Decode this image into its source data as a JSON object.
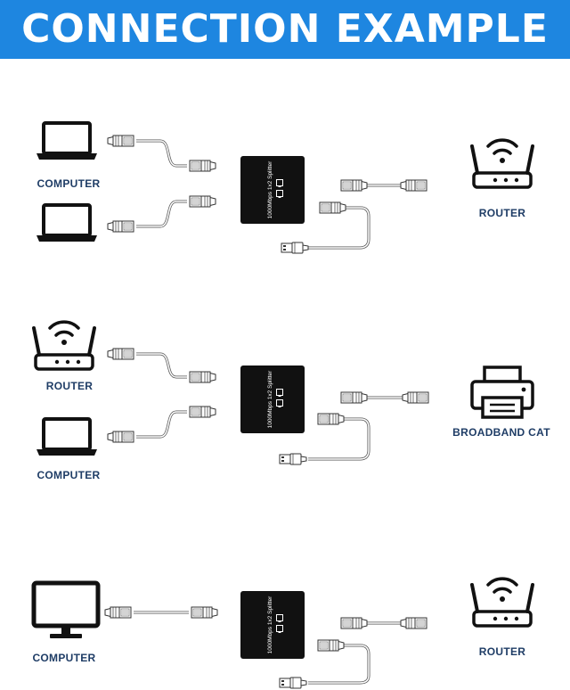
{
  "header": {
    "title": "CONNECTION EXAMPLE"
  },
  "scenarios": [
    {
      "left_devices": [
        {
          "icon": "laptop-icon",
          "label": "COMPUTER"
        },
        {
          "icon": "laptop-icon",
          "label": ""
        }
      ],
      "splitter": {
        "text": "1000Mbps 1x2 Splitter"
      },
      "right_device": {
        "icon": "router-icon",
        "label": "ROUTER"
      }
    },
    {
      "left_devices": [
        {
          "icon": "router-icon",
          "label": "ROUTER"
        },
        {
          "icon": "laptop-icon",
          "label": "COMPUTER"
        }
      ],
      "splitter": {
        "text": "1000Mbps 1x2 Splitter"
      },
      "right_device": {
        "icon": "printer-icon",
        "label": "BROADBAND CAT"
      }
    },
    {
      "left_devices": [
        {
          "icon": "monitor-icon",
          "label": "COMPUTER"
        }
      ],
      "splitter": {
        "text": "1000Mbps 1x2 Splitter"
      },
      "right_device": {
        "icon": "router-icon",
        "label": "ROUTER"
      }
    }
  ],
  "colors": {
    "banner": "#1e86e0",
    "label": "#1f3d66",
    "device": "#111111"
  }
}
